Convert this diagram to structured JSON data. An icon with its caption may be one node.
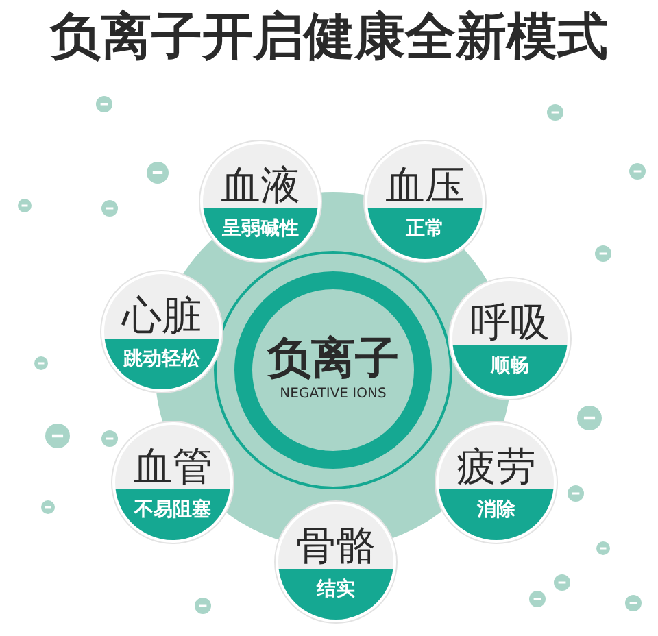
{
  "diagram": {
    "title": "负离子开启健康全新模式",
    "nodes": [
      {
        "text": [
          "负离子",
          "NEGATIVE IONS"
        ]
      },
      {
        "text": [
          "血液",
          "呈弱碱性"
        ]
      },
      {
        "text": [
          "血压",
          "正常"
        ]
      },
      {
        "text": [
          "呼吸",
          "顺畅"
        ]
      },
      {
        "text": [
          "疲劳",
          "消除"
        ]
      },
      {
        "text": [
          "骨骼",
          "结实"
        ]
      },
      {
        "text": [
          "血管",
          "不易阻塞"
        ]
      },
      {
        "text": [
          "心脏",
          "跳动轻松"
        ]
      }
    ]
  }
}
